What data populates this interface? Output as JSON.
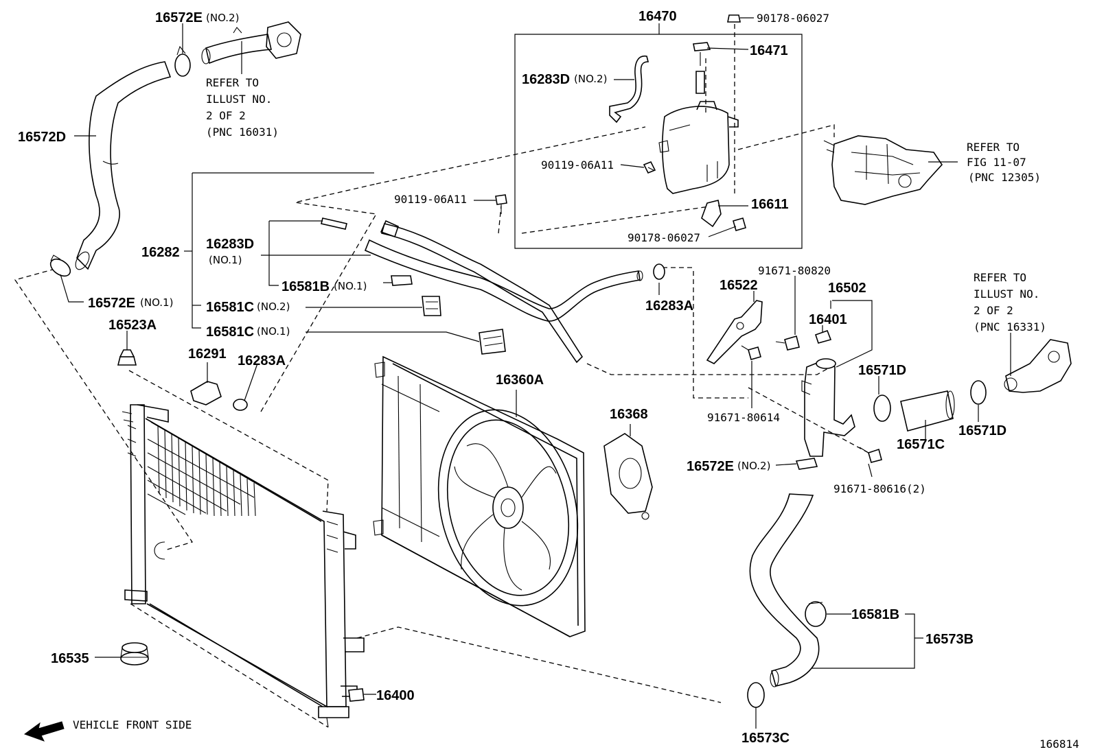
{
  "diagram_id": "166814",
  "front_side_label": "VEHICLE FRONT SIDE",
  "colors": {
    "line": "#000000",
    "background": "#ffffff"
  },
  "icons": {
    "front_arrow": "arrow-left-icon"
  },
  "labels": {
    "p16572E_top": "16572E",
    "p16572E_top_no": "(NO.2)",
    "p16572D": "16572D",
    "p16572E_no1": "16572E",
    "p16572E_no1_no": "(NO.1)",
    "p16523A": "16523A",
    "p16535": "16535",
    "p16400": "16400",
    "p16282": "16282",
    "p16283D_no1": "16283D",
    "p16283D_no1_no": "(NO.1)",
    "p16581B_no1": "16581B",
    "p16581B_no1_no": "(NO.1)",
    "p16581C_no2": "16581C",
    "p16581C_no2_no": "(NO.2)",
    "p16581C_no1": "16581C",
    "p16581C_no1_no": "(NO.1)",
    "p16291": "16291",
    "p16283A_left": "16283A",
    "p16360A": "16360A",
    "p16368": "16368",
    "p16470": "16470",
    "p90178_top": "90178-06027",
    "p16471": "16471",
    "p16283D_no2": "16283D",
    "p16283D_no2_no": "(NO.2)",
    "p90119_a": "90119-06A11",
    "p90119_b": "90119-06A11",
    "p16611": "16611",
    "p90178_bottom": "90178-06027",
    "p16283A_right": "16283A",
    "p16522": "16522",
    "p91671_80820": "91671-80820",
    "p16502": "16502",
    "p16401": "16401",
    "p91671_80614": "91671-80614",
    "p16571D_a": "16571D",
    "p16571C": "16571C",
    "p16571D_b": "16571D",
    "p16572E_no2b": "16572E",
    "p16572E_no2b_no": "(NO.2)",
    "p91671_80616": "91671-80616(2)",
    "p16581B": "16581B",
    "p16573B": "16573B",
    "p16573C": "16573C"
  },
  "references": {
    "ref_top_left": [
      "REFER TO",
      "ILLUST NO.",
      "2 OF 2",
      "(PNC 16031)"
    ],
    "ref_fig": [
      "REFER TO",
      "FIG 11-07",
      "(PNC 12305)"
    ],
    "ref_right": [
      "REFER TO",
      "ILLUST NO.",
      "2 OF 2",
      "(PNC 16331)"
    ]
  }
}
